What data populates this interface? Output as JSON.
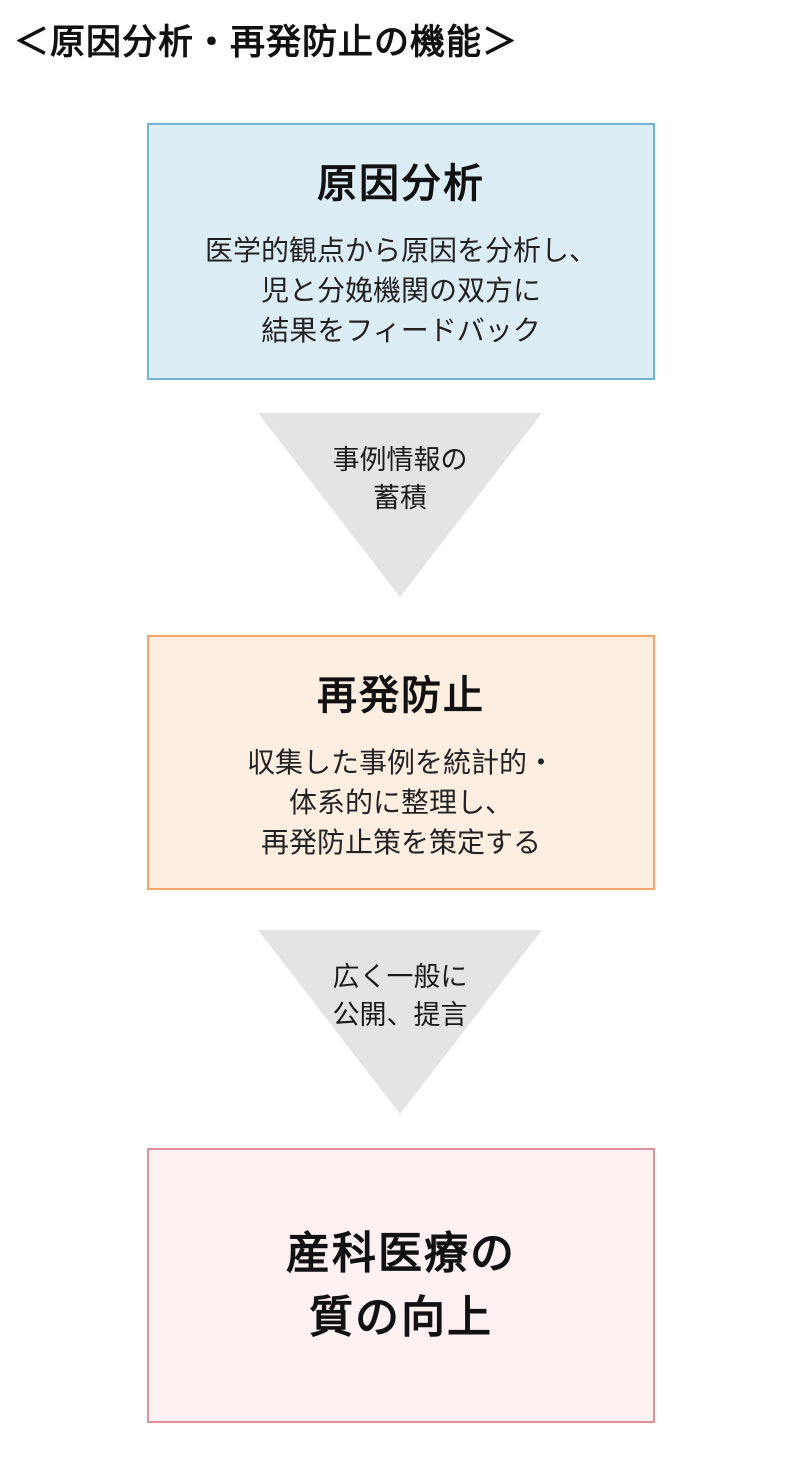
{
  "page_title": "＜原因分析・再発防止の機能＞",
  "flow": {
    "cause_analysis": {
      "title": "原因分析",
      "lines": [
        "医学的観点から原因を分析し、",
        "児と分娩機関の双方に",
        "結果をフィードバック"
      ]
    },
    "arrow_accumulation": {
      "lines": [
        "事例情報の",
        "蓄積"
      ]
    },
    "recurrence_prevention": {
      "title": "再発防止",
      "lines": [
        "収集した事例を統計的・",
        "体系的に整理し、",
        "再発防止策を策定する"
      ]
    },
    "arrow_publication": {
      "lines": [
        "広く一般に",
        "公開、提言"
      ]
    },
    "outcome": {
      "lines": [
        "産科医療の",
        "質の向上"
      ]
    }
  },
  "colors": {
    "cause_box_bg": "#ddedf6",
    "cause_box_border": "#6fb3d6",
    "recurrence_box_bg": "#fdeee2",
    "recurrence_box_border": "#f4a469",
    "outcome_box_bg": "#fdf1f1",
    "outcome_box_border": "#e0919e",
    "arrow_bg": "#e4e4e4",
    "text": "#1a1a1a"
  }
}
